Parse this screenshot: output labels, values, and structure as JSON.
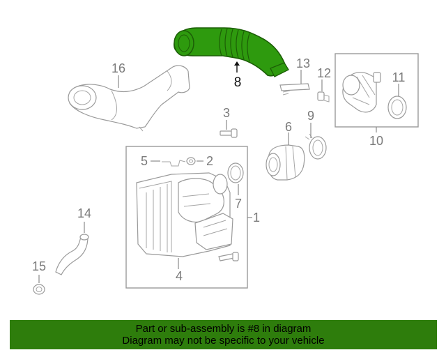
{
  "callouts": {
    "c1": "1",
    "c2": "2",
    "c3": "3",
    "c4": "4",
    "c5": "5",
    "c6": "6",
    "c7": "7",
    "c8": "8",
    "c9": "9",
    "c10": "10",
    "c11": "11",
    "c12": "12",
    "c13": "13",
    "c14": "14",
    "c15": "15",
    "c16": "16"
  },
  "highlight": {
    "part": "8",
    "color": "#2e9a0e",
    "outline": "#1c5e06"
  },
  "banner": {
    "line1": "Part or sub-assembly is #8 in diagram",
    "line2": "Diagram may not be specific to your vehicle",
    "color": "#2e7d0c"
  }
}
